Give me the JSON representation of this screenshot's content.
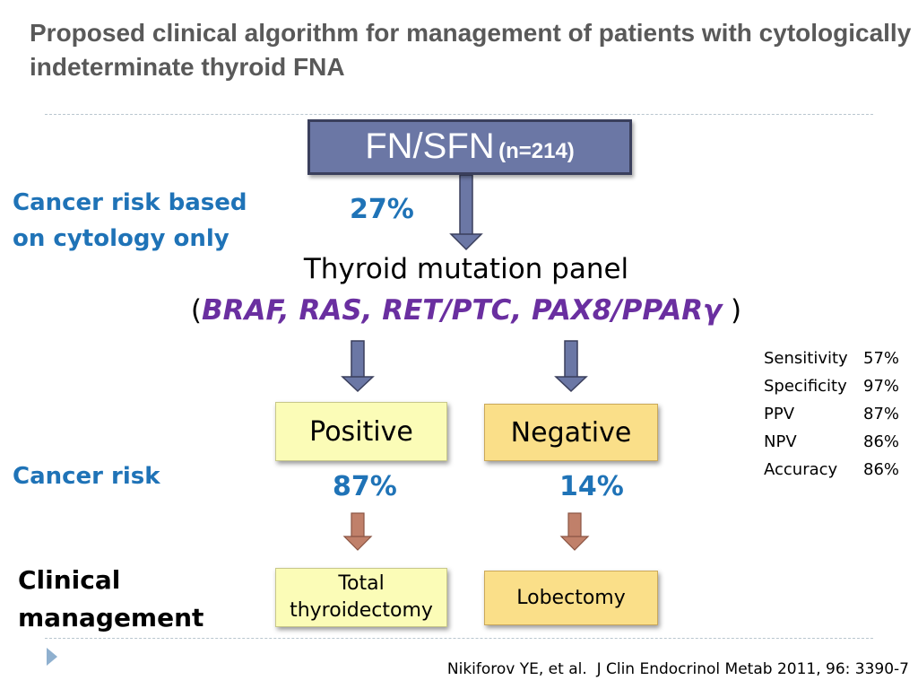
{
  "title": "Proposed clinical algorithm for management of patients with cytologically indeterminate thyroid FNA",
  "top_box": {
    "main": "FN/SFN",
    "sub": "(n=214)"
  },
  "left_labels": {
    "cytology_risk": "Cancer risk based on cytology only",
    "cancer_risk": "Cancer risk",
    "clinical_management": "Clinical management"
  },
  "cytology_risk_value": "27%",
  "panel": {
    "title": "Thyroid mutation panel",
    "open": "(",
    "genes": "BRAF, RAS, RET/PTC, PAX8/PPARγ",
    "close": " )"
  },
  "stats": [
    {
      "label": "Sensitivity",
      "value": "57%"
    },
    {
      "label": "Specificity",
      "value": "97%"
    },
    {
      "label": "PPV",
      "value": "87%"
    },
    {
      "label": "NPV",
      "value": "86%"
    },
    {
      "label": "Accuracy",
      "value": "86%"
    }
  ],
  "positive": {
    "label": "Positive",
    "risk": "87%",
    "management": "Total thyroidectomy"
  },
  "negative": {
    "label": "Negative",
    "risk": "14%",
    "management": "Lobectomy"
  },
  "citation": "Nikiforov YE, et al.  J Clin Endocrinol Metab 2011, 96: 3390-7",
  "colors": {
    "top_box": "#6b77a5",
    "positive": "#fbfcb7",
    "negative": "#fadf89",
    "accent_blue": "#1f73b7",
    "gene_purple": "#6a2fa0"
  }
}
